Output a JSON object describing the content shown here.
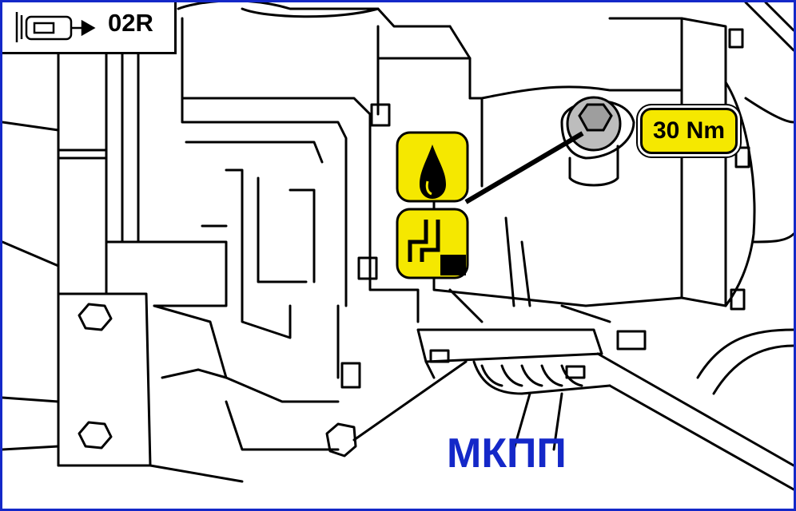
{
  "header": {
    "code": "02R"
  },
  "torque_label": "30 Nm",
  "caption": "МКПП",
  "icons": [
    "car-underside-icon",
    "oil-drop-icon",
    "drain-plug-icon"
  ],
  "colors": {
    "frame": "#1428c8",
    "badge": "#f5e800",
    "caption": "#1428c8"
  }
}
